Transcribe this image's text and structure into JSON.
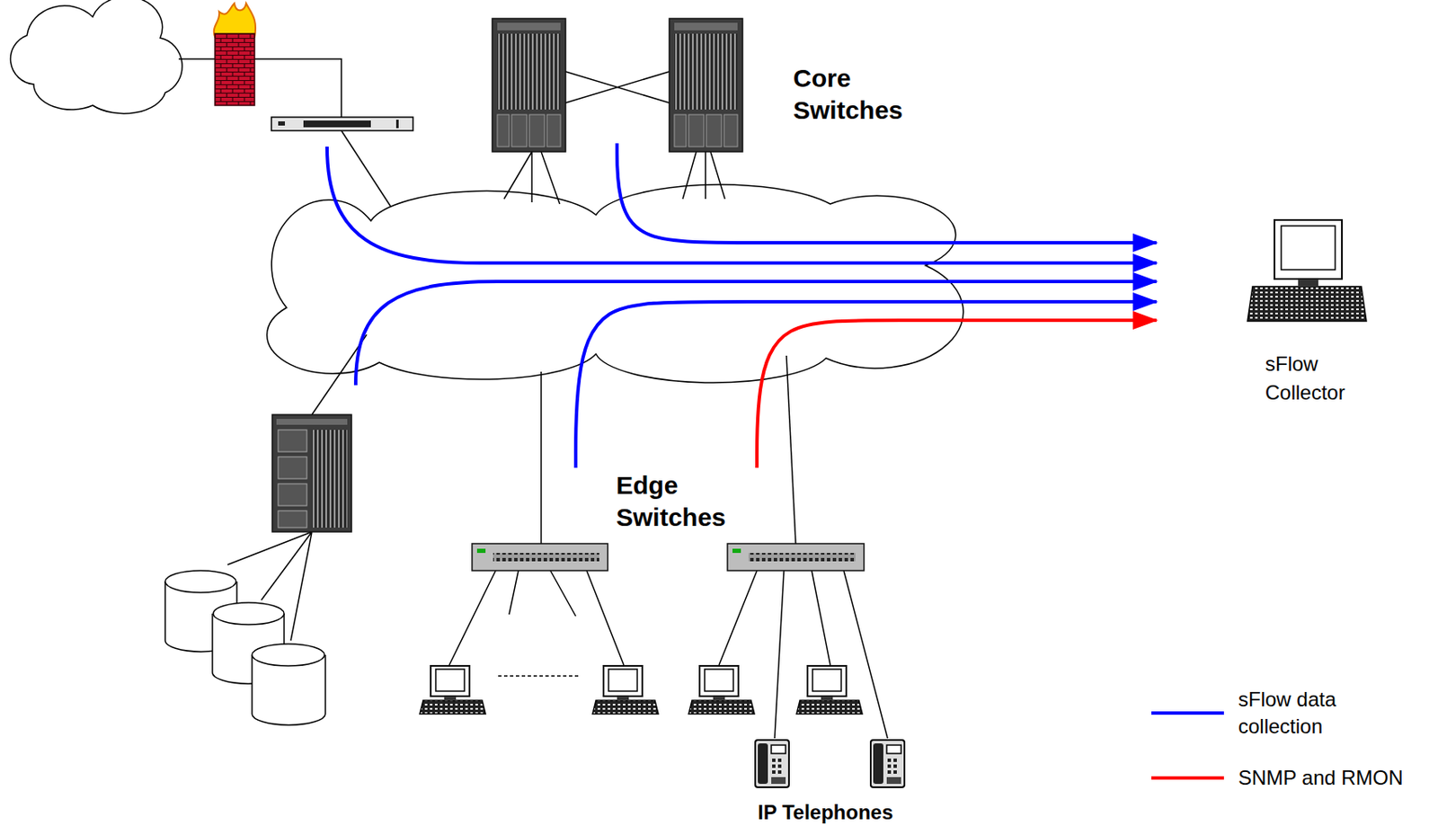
{
  "diagram": {
    "nodes": [
      {
        "text": [
          "Core Switches"
        ]
      },
      {
        "text": [
          "Edge Switches"
        ]
      },
      {
        "text": [
          "sFlow Collector"
        ]
      }
    ],
    "edges": [
      {
        "from": 0,
        "to": 2,
        "arrow": "to"
      },
      {
        "from": 1,
        "to": 2,
        "arrow": "to"
      },
      {
        "from": 1,
        "to": 2,
        "arrow": "to"
      }
    ],
    "labels": [
      "IP Telephones"
    ],
    "legend": [
      {
        "text": "sFlow data collection"
      },
      {
        "text": "SNMP and RMON"
      }
    ]
  }
}
